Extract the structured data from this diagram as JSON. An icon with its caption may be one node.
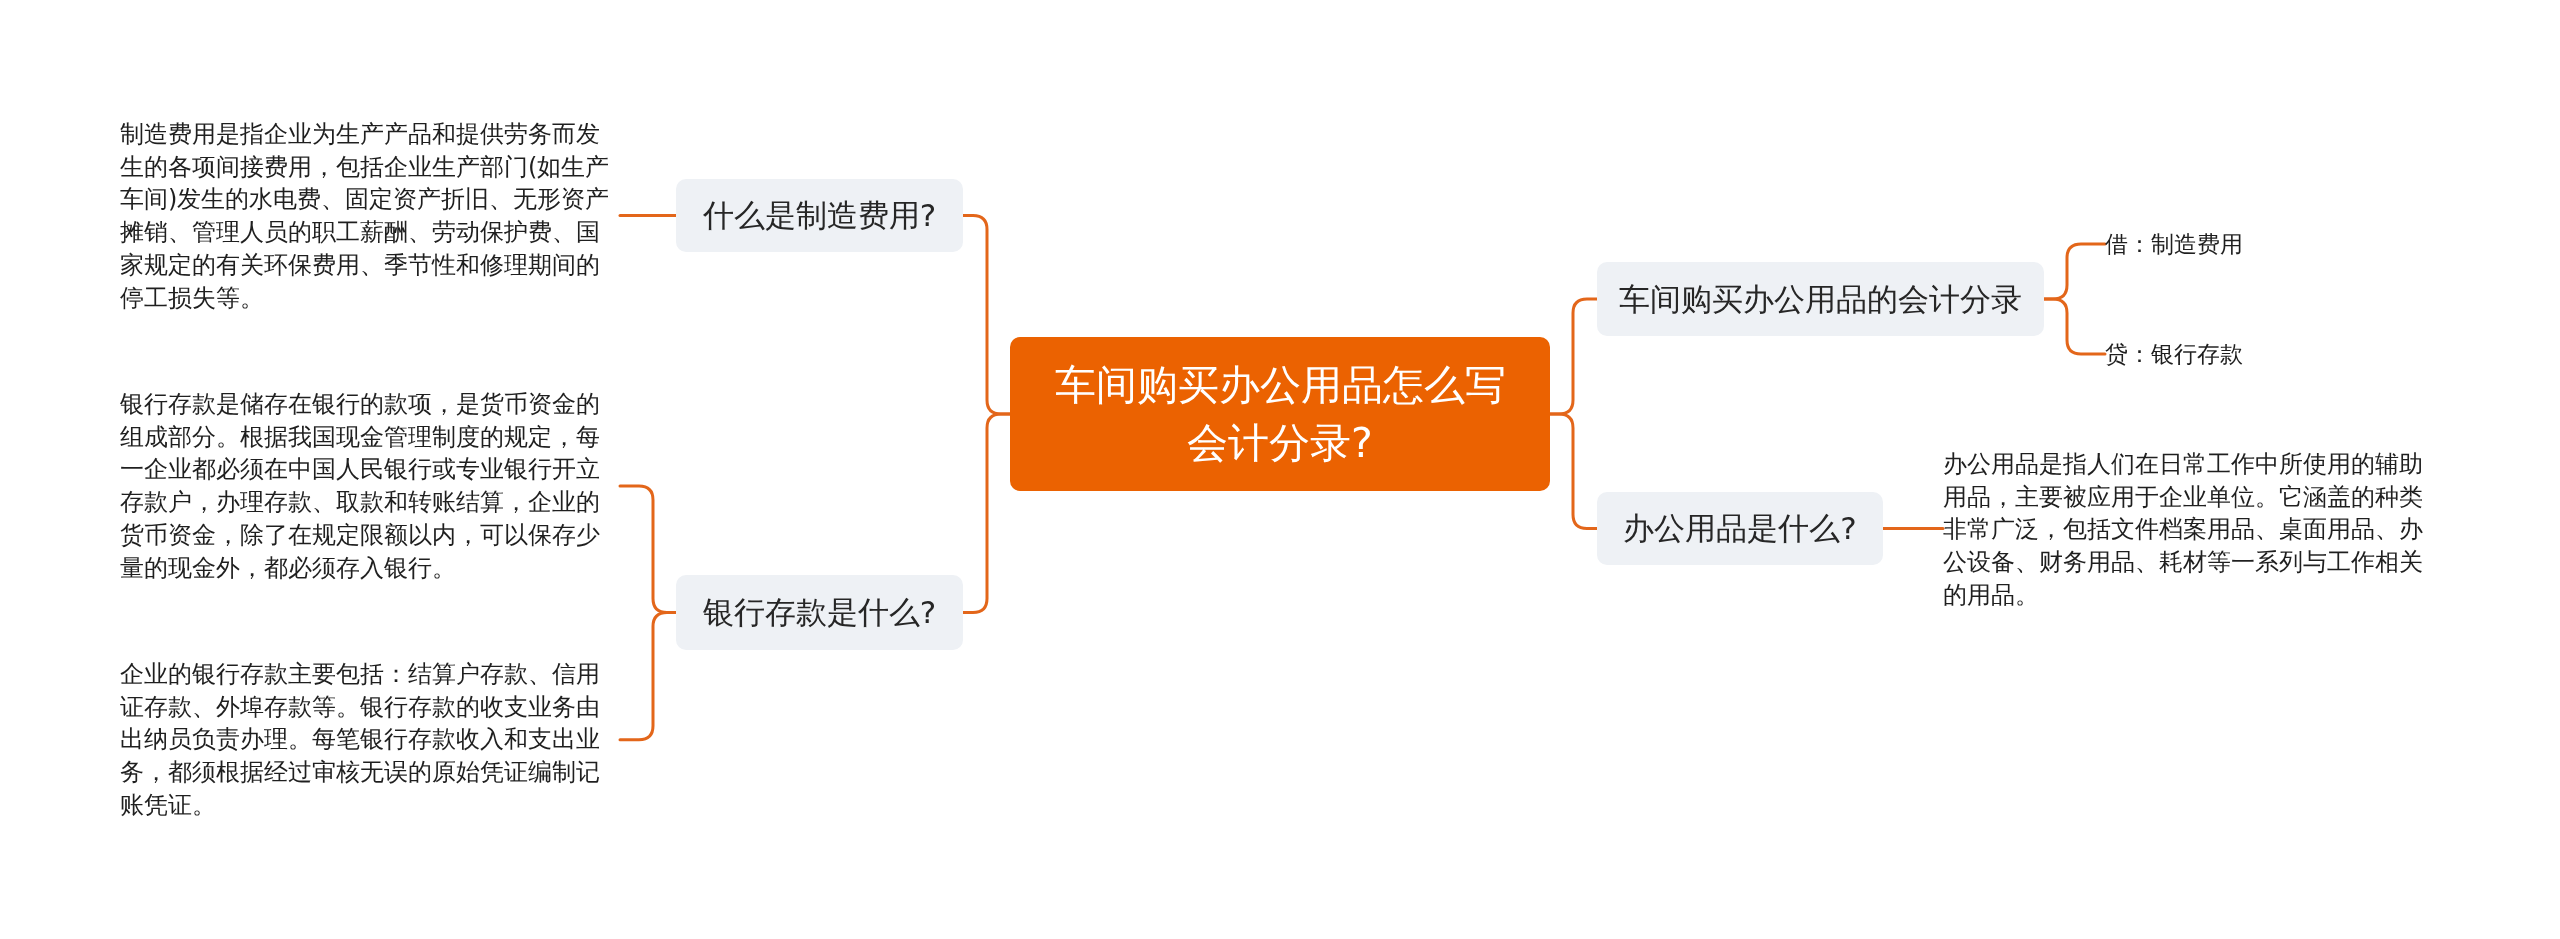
{
  "diagram": {
    "nodes": [
      {
        "text": [
          "车间购买办公用品怎么写会计分录?"
        ]
      },
      {
        "text": [
          "什么是制造费用?"
        ]
      },
      {
        "text": [
          "制造费用是指企业为生产产品和提供劳务而发生的各项间接费用，包括企业生产部门(如生产车间)发生的水电费、固定资产折旧、无形资产摊销、管理人员的职工薪酬、劳动保护费、国家规定的有关环保费用、季节性和修理期间的停工损失等。"
        ]
      },
      {
        "text": [
          "银行存款是什么?"
        ]
      },
      {
        "text": [
          "银行存款是储存在银行的款项，是货币资金的组成部分。根据我国现金管理制度的规定，每一企业都必须在中国人民银行或专业银行开立存款户，办理存款、取款和转账结算，企业的货币资金，除了在规定限额以内，可以保存少量的现金外，都必须存入银行。"
        ]
      },
      {
        "text": [
          "企业的银行存款主要包括：结算户存款、信用证存款、外埠存款等。银行存款的收支业务由出纳员负责办理。每笔银行存款收入和支出业务，都须根据经过审核无误的原始凭证编制记账凭证。"
        ]
      },
      {
        "text": [
          "车间购买办公用品的会计分录"
        ]
      },
      {
        "text": [
          "借：制造费用"
        ]
      },
      {
        "text": [
          "贷：银行存款"
        ]
      },
      {
        "text": [
          "办公用品是什么?"
        ]
      },
      {
        "text": [
          "办公用品是指人们在日常工作中所使用的辅助用品，主要被应用于企业单位。它涵盖的种类非常广泛，包括文件档案用品、桌面用品、办公设备、财务用品、耗材等一系列与工作相关的用品。"
        ]
      }
    ],
    "edges": [
      {
        "from": 0,
        "to": 1,
        "arrow": "none"
      },
      {
        "from": 1,
        "to": 2,
        "arrow": "none"
      },
      {
        "from": 0,
        "to": 3,
        "arrow": "none"
      },
      {
        "from": 3,
        "to": 4,
        "arrow": "none"
      },
      {
        "from": 3,
        "to": 5,
        "arrow": "none"
      },
      {
        "from": 0,
        "to": 6,
        "arrow": "none"
      },
      {
        "from": 6,
        "to": 7,
        "arrow": "none"
      },
      {
        "from": 6,
        "to": 8,
        "arrow": "none"
      },
      {
        "from": 0,
        "to": 9,
        "arrow": "none"
      },
      {
        "from": 9,
        "to": 10,
        "arrow": "none"
      }
    ]
  }
}
